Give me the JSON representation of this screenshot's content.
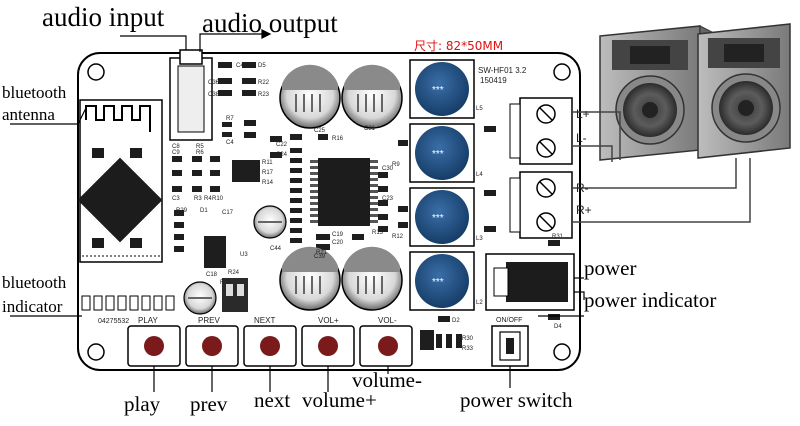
{
  "labels": {
    "audio_input": "audio input",
    "audio_output": "audio output",
    "bluetooth_antenna_l1": "bluetooth",
    "bluetooth_antenna_l2": "antenna",
    "bluetooth_indicator_l1": "bluetooth",
    "bluetooth_indicator_l2": "indicator",
    "power": "power",
    "power_indicator": "power indicator",
    "play": "play",
    "prev": "prev",
    "next": "next",
    "volume_plus": "volume+",
    "volume_minus": "volume-",
    "power_switch": "power switch"
  },
  "dimensions_label": "尺寸: 82*50MM",
  "board": {
    "model": "SW-HF01 3.2",
    "date": "150419",
    "button_labels": [
      "PLAY",
      "PREV",
      "NEXT",
      "VOL+",
      "VOL-"
    ],
    "serial": "04275532",
    "switch_label": "ON/OFF",
    "terminals": [
      "L+",
      "L-",
      "R-",
      "R+"
    ],
    "inductor_text": "***",
    "components": [
      "C41",
      "D5",
      "C36",
      "R22",
      "C38",
      "R23",
      "C8",
      "R5",
      "C9",
      "R6",
      "R7",
      "C4",
      "C3",
      "R11",
      "R3",
      "R4",
      "R10",
      "C25",
      "R16",
      "C31",
      "C22",
      "C24",
      "C30",
      "C23",
      "R29",
      "D1",
      "C44",
      "C17",
      "C18",
      "R24",
      "R25",
      "U3",
      "C39",
      "C19",
      "C20",
      "R21",
      "R13",
      "R9",
      "R12",
      "R17",
      "R14",
      "L5",
      "L4",
      "L3",
      "L2",
      "R31",
      "D2",
      "R30",
      "R33",
      "D4"
    ]
  },
  "colors": {
    "inductor": "#1f4f87",
    "button": "#7a1a1a",
    "dimension": "#e01010",
    "board": "#ffffff",
    "speaker": "#555555"
  }
}
